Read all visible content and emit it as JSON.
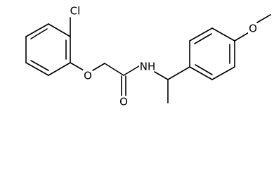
{
  "molecule": {
    "labels": {
      "chlorine": "Cl",
      "ether_oxygen": "O",
      "carbonyl_oxygen": "O",
      "amide_nitrogen": "NH",
      "methoxy_oxygen": "O"
    },
    "colors": {
      "bond": "#000000",
      "label": "#000000",
      "background": "#ffffff"
    }
  }
}
